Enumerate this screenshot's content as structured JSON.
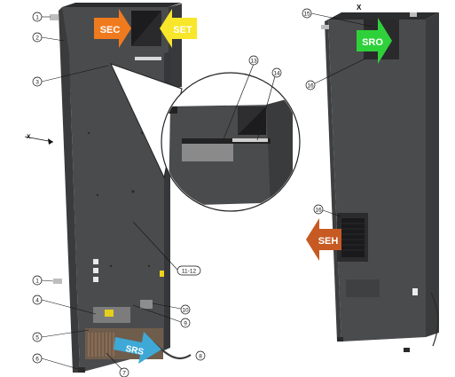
{
  "arrows": {
    "sec": {
      "label": "SEC",
      "color": "#f07a1e"
    },
    "set": {
      "label": "SET",
      "color": "#f7e62a"
    },
    "sro": {
      "label": "SRO",
      "color": "#2fd13a"
    },
    "seh": {
      "label": "SEH",
      "color": "#c65a22"
    },
    "srs": {
      "label": "SRS",
      "color": "#3ea9d6"
    }
  },
  "axis_marks": {
    "left": "x",
    "right": "X"
  },
  "callouts": [
    "1",
    "2",
    "3",
    "13",
    "14",
    "15",
    "16",
    "16",
    "11-12",
    "1",
    "10",
    "4",
    "9",
    "5",
    "6",
    "7",
    "8"
  ],
  "colors": {
    "cabinet_face": "#4a4b4d",
    "cabinet_side": "#3a3b3d",
    "cabinet_top": "#2f3032",
    "inset_circle": "#ffffff"
  }
}
